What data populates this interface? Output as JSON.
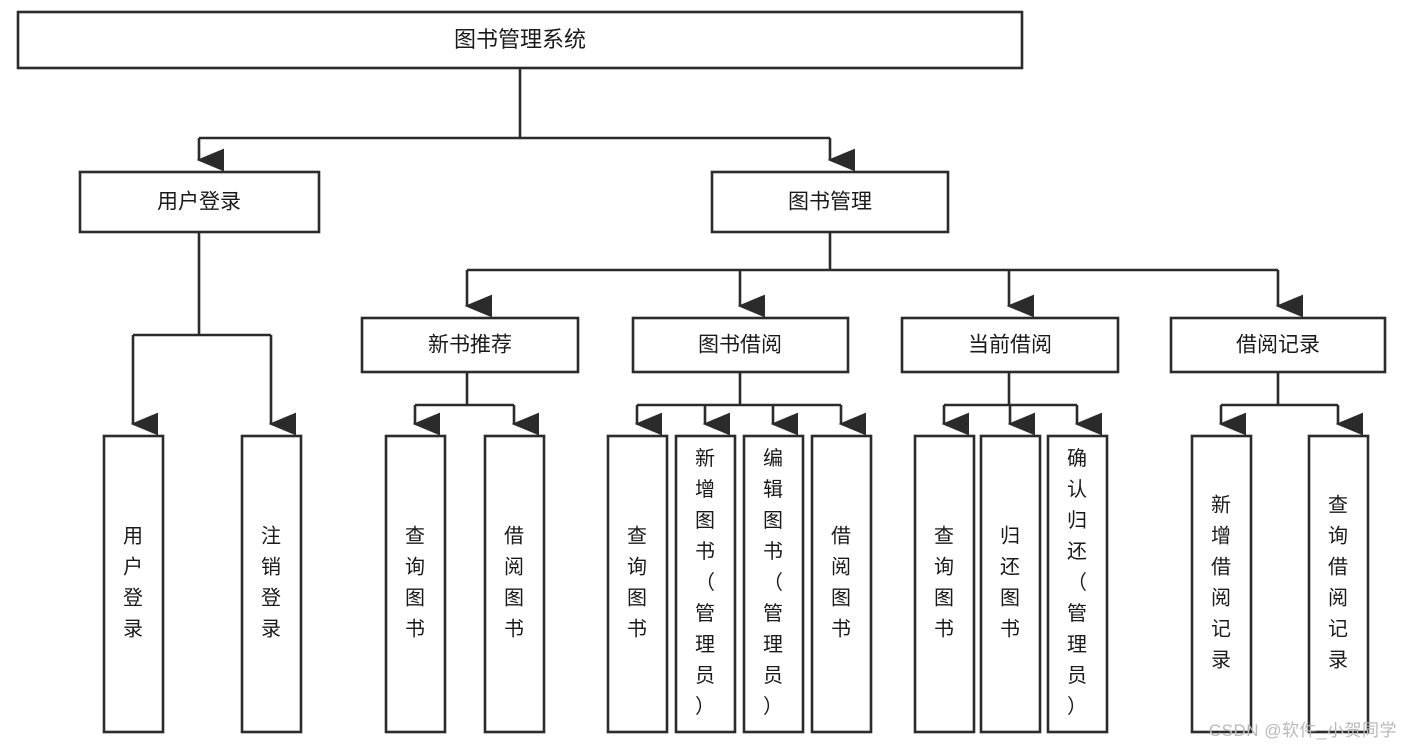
{
  "diagram": {
    "title": "图书管理系统",
    "type": "tree-hierarchy",
    "orientation": "top-down",
    "colors": {
      "box_fill": "#ffffff",
      "box_stroke": "#2b2b2b",
      "connector": "#2b2b2b",
      "text": "#1a1a1a",
      "background": "#ffffff",
      "watermark": "#b9b9b9"
    }
  },
  "root": {
    "label": "图书管理系统",
    "text_orientation": "horizontal"
  },
  "level2": [
    {
      "label": "用户登录",
      "text_orientation": "horizontal"
    },
    {
      "label": "图书管理",
      "text_orientation": "horizontal"
    }
  ],
  "level3": [
    {
      "label": "新书推荐",
      "text_orientation": "horizontal",
      "parent": "图书管理"
    },
    {
      "label": "图书借阅",
      "text_orientation": "horizontal",
      "parent": "图书管理"
    },
    {
      "label": "当前借阅",
      "text_orientation": "horizontal",
      "parent": "图书管理"
    },
    {
      "label": "借阅记录",
      "text_orientation": "horizontal",
      "parent": "图书管理"
    }
  ],
  "leaves": {
    "user_login": [
      {
        "label": "用户登录",
        "text_orientation": "vertical"
      },
      {
        "label": "注销登录",
        "text_orientation": "vertical"
      }
    ],
    "new_book_recommend": [
      {
        "label": "查询图书",
        "text_orientation": "vertical"
      },
      {
        "label": "借阅图书",
        "text_orientation": "vertical"
      }
    ],
    "book_borrow": [
      {
        "label": "查询图书",
        "text_orientation": "vertical"
      },
      {
        "label": "新增图书（管理员）",
        "text_orientation": "vertical"
      },
      {
        "label": "编辑图书（管理员）",
        "text_orientation": "vertical"
      },
      {
        "label": "借阅图书",
        "text_orientation": "vertical"
      }
    ],
    "current_borrow": [
      {
        "label": "查询图书",
        "text_orientation": "vertical"
      },
      {
        "label": "归还图书",
        "text_orientation": "vertical"
      },
      {
        "label": "确认归还（管理员）",
        "text_orientation": "vertical"
      }
    ],
    "borrow_record": [
      {
        "label": "新增借阅记录",
        "text_orientation": "vertical"
      },
      {
        "label": "查询借阅记录",
        "text_orientation": "vertical"
      }
    ]
  },
  "watermark": {
    "text": "CSDN @软件_小贺同学"
  }
}
